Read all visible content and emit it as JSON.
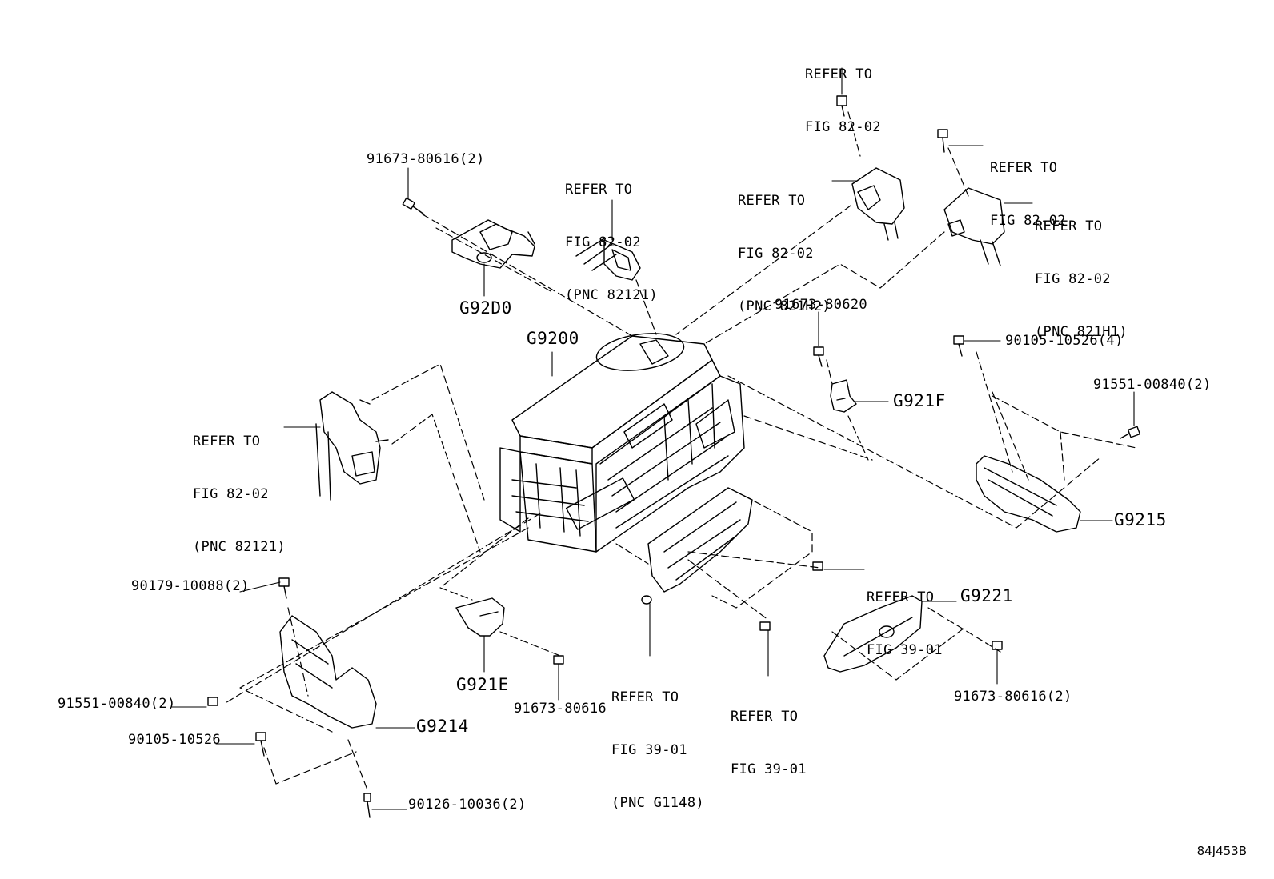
{
  "diagram_id": "84J453B",
  "labels": {
    "refer_82_02_top": [
      "REFER TO",
      "FIG 82-02"
    ],
    "refer_82_02_right": [
      "REFER TO",
      "FIG 82-02"
    ],
    "refer_821H2": [
      "REFER TO",
      "FIG 82-02",
      "(PNC 821H2)"
    ],
    "refer_821H1": [
      "REFER TO",
      "FIG 82-02",
      "(PNC 821H1)"
    ],
    "refer_82121_top": [
      "REFER TO",
      "FIG 82-02",
      "(PNC 82121)"
    ],
    "refer_82121_left": [
      "REFER TO",
      "FIG 82-02",
      "(PNC 82121)"
    ],
    "refer_39_01_a": [
      "REFER TO",
      "FIG 39-01"
    ],
    "refer_39_01_b": [
      "REFER TO",
      "FIG 39-01"
    ],
    "refer_G1148": [
      "REFER TO",
      "FIG 39-01",
      "(PNC G1148)"
    ],
    "p_91673_80616_2_top": "91673-80616(2)",
    "p_91673_80620": "91673-80620",
    "p_90105_10526_4": "90105-10526(4)",
    "p_91551_00840_2_right": "91551-00840(2)",
    "p_90179_10088_2": "90179-10088(2)",
    "p_91551_00840_2_left": "91551-00840(2)",
    "p_90105_10526": "90105-10526",
    "p_90126_10036_2": "90126-10036(2)",
    "p_91673_80616": "91673-80616",
    "p_91673_80616_2_bottom": "91673-80616(2)",
    "G92D0": "G92D0",
    "G9200": "G9200",
    "G921F": "G921F",
    "G9215": "G9215",
    "G9221": "G9221",
    "G921E": "G921E",
    "G9214": "G9214"
  }
}
